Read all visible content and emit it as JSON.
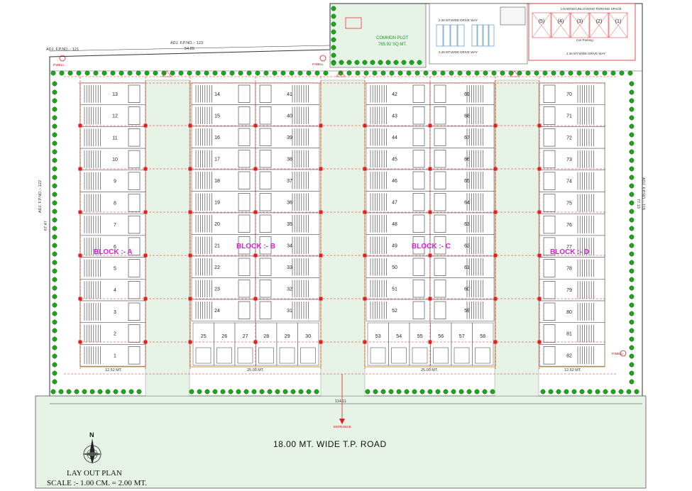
{
  "plan": {
    "road_label": "18.00 MT. WIDE T.P.  ROAD",
    "title": "LAY OUT PLAN",
    "scale": "SCALE :- 1.00 CM. = 2.00 MT.",
    "common_plot": "COMMON PLOT",
    "common_plot_area": "765.92 SQ.MT.",
    "adj_121": "ADJ. F.P.NO.:- 121",
    "adj_123": "ADJ. F.P.NO.:- 123",
    "adj_122": "ADJ. F.P.NO.:- 122",
    "adj_119": "ADJ. F.P.NO.:- 119",
    "dim_top": "54.89",
    "dim_left": "67.47",
    "dim_right": "77.13",
    "dim_bottom": "114.11",
    "dim_block_a": "12.52 MT.",
    "dim_block_b": "25.00 MT.",
    "dim_block_c": "25.00 MT.",
    "dim_block_d": "12.52 MT.",
    "pwell": "P.WELL",
    "entrance": "ENTRANCE",
    "driveway": "2.26 MT.WIDE DRIVE WAY",
    "car_parking": "Car Parking",
    "loading": "LOADING/UNLOADING PARKING SPACE",
    "blocks": {
      "a": "BLOCK :- A",
      "b": "BLOCK :- B",
      "c": "BLOCK :- C",
      "d": "BLOCK :- D"
    },
    "units": {
      "a": [
        "13",
        "12",
        "11",
        "10",
        "9",
        "8",
        "7",
        "6",
        "5",
        "4",
        "3",
        "2",
        "1"
      ],
      "b_left": [
        "14",
        "15",
        "16",
        "17",
        "18",
        "19",
        "20",
        "21",
        "22",
        "23",
        "24"
      ],
      "b_right": [
        "41",
        "40",
        "39",
        "38",
        "37",
        "36",
        "35",
        "34",
        "33",
        "32",
        "31"
      ],
      "b_bottom": [
        "25",
        "26",
        "27",
        "28",
        "29",
        "30"
      ],
      "c_left": [
        "42",
        "43",
        "44",
        "45",
        "46",
        "47",
        "48",
        "49",
        "50",
        "51",
        "52"
      ],
      "c_right": [
        "69",
        "68",
        "67",
        "66",
        "65",
        "64",
        "63",
        "62",
        "61",
        "60",
        "59"
      ],
      "c_bottom": [
        "53",
        "54",
        "55",
        "56",
        "57",
        "58"
      ],
      "d": [
        "70",
        "71",
        "72",
        "73",
        "74",
        "75",
        "76",
        "77",
        "78",
        "79",
        "80",
        "81",
        "82"
      ],
      "parking_top": [
        "(5)",
        "(4)",
        "(3)",
        "(2)",
        "(1)"
      ]
    },
    "colors": {
      "tree": "#1fa41f",
      "grass": "#e6f3e6",
      "red": "#e02020",
      "magenta": "#e020d0"
    }
  }
}
